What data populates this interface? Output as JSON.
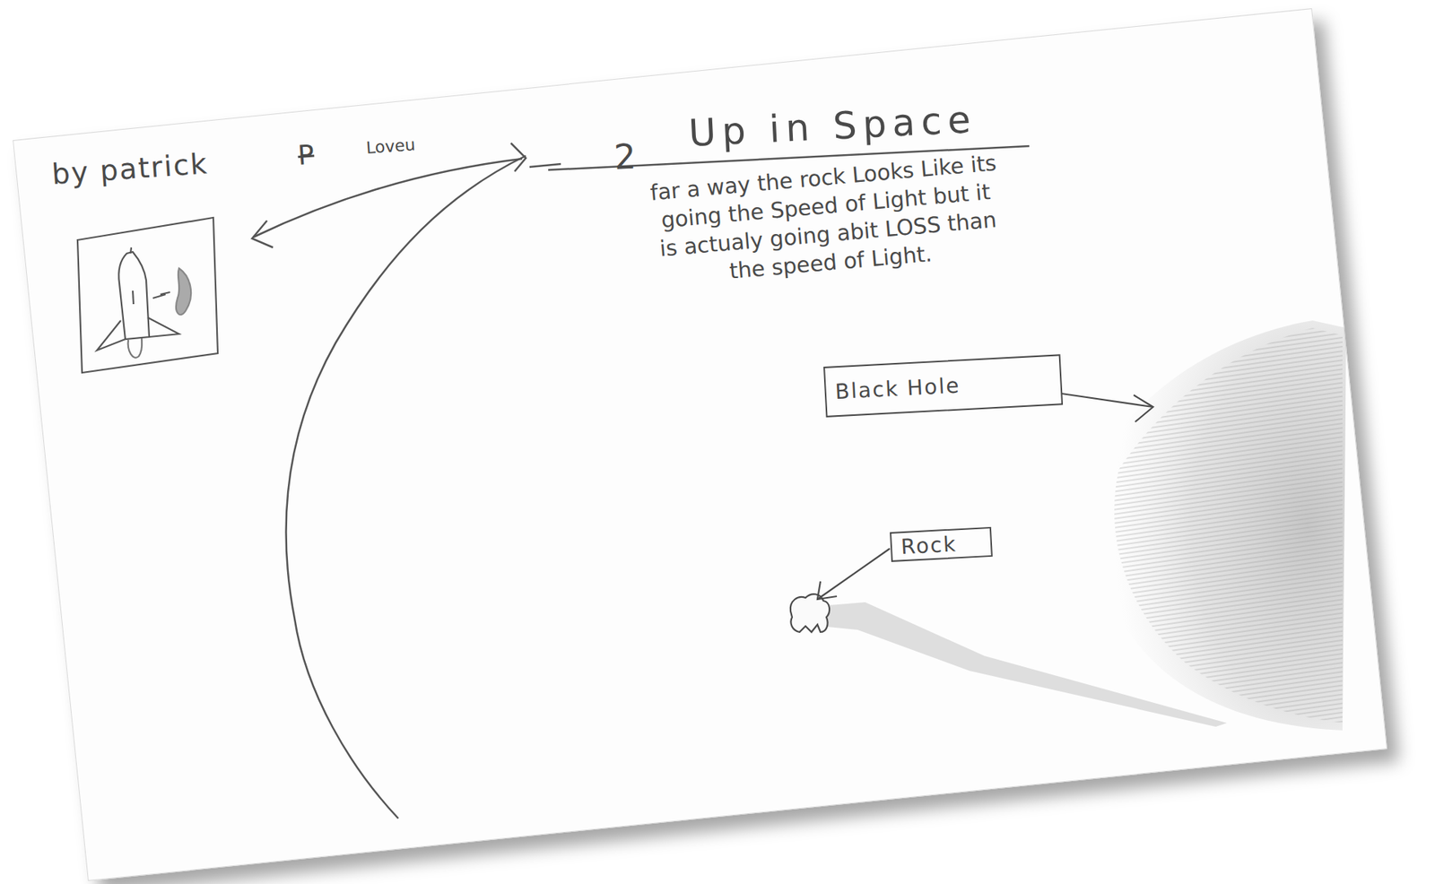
{
  "diagram": {
    "title": "Up in Space",
    "nodes": [
      {
        "text": [
          "Black Hole"
        ]
      },
      {
        "text": [
          "Rock"
        ]
      }
    ],
    "labels": [
      "by patrick",
      "P",
      "Loveu",
      "2",
      "far a way the rock Looks Like its going the Speed of Light but it is actualy going abit LOSS than the speed of Light."
    ]
  }
}
